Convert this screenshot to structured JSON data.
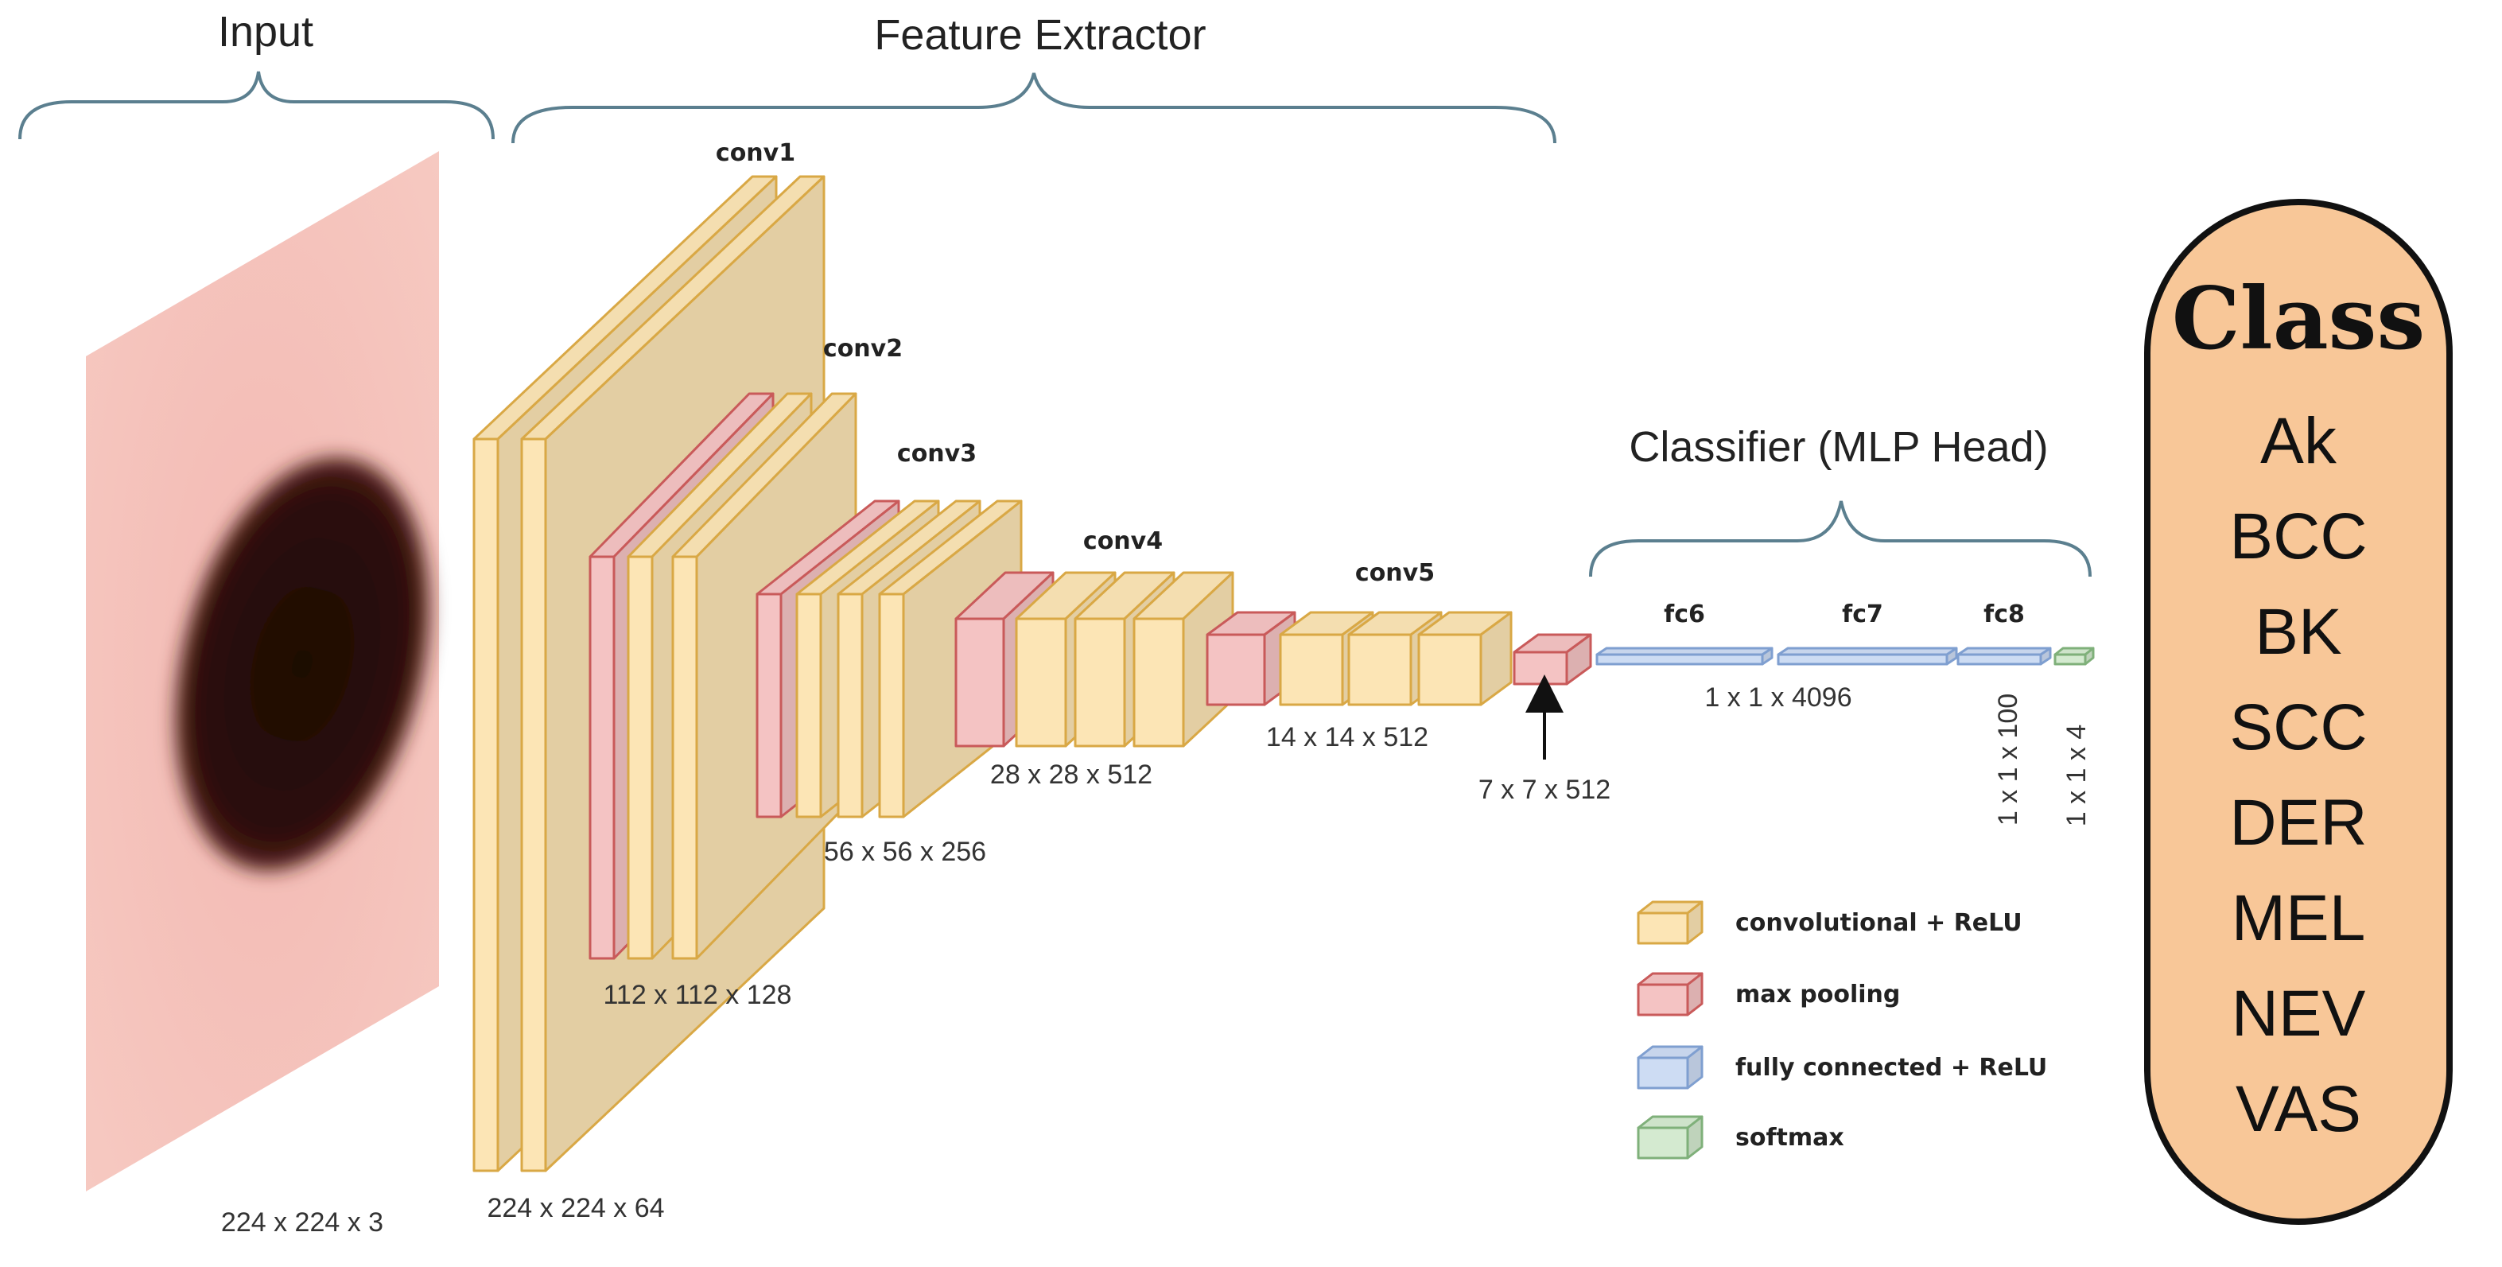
{
  "sections": {
    "input": "Input",
    "feature_extractor": "Feature Extractor",
    "classifier": "Classifier (MLP Head)"
  },
  "blocks": {
    "conv1": "conv1",
    "conv2": "conv2",
    "conv3": "conv3",
    "conv4": "conv4",
    "conv5": "conv5",
    "fc6": "fc6",
    "fc7": "fc7",
    "fc8": "fc8"
  },
  "dims": {
    "input": "224 x 224 x 3",
    "conv1": "224 x 224 x 64",
    "conv2": "112 x 112 x 128",
    "conv3": "56 x 56 x 256",
    "conv4": "28 x 28 x 512",
    "conv5": "14 x 14 x 512",
    "pool5": "7 x 7 x 512",
    "fc67": "1 x 1 x 4096",
    "fc8": "1 x 1 x 100",
    "softmax": "1 x 1 x 4"
  },
  "legend": [
    {
      "label": "convolutional + ReLU",
      "color": "#fce5b5",
      "stroke": "#d9a845"
    },
    {
      "label": "max pooling",
      "color": "#f4c3c3",
      "stroke": "#c95a5a"
    },
    {
      "label": "fully connected + ReLU",
      "color": "#cddcf3",
      "stroke": "#7f9fd0"
    },
    {
      "label": "softmax",
      "color": "#d4ead0",
      "stroke": "#7fb07a"
    }
  ],
  "class_panel": {
    "title": "Class",
    "items": [
      "Ak",
      "BCC",
      "BK",
      "SCC",
      "DER",
      "MEL",
      "NEV",
      "VAS"
    ]
  },
  "colors": {
    "conv": "#fce5b5",
    "conv_stroke": "#d9a845",
    "pool": "#f4c3c3",
    "pool_stroke": "#c95a5a",
    "fc": "#cddcf3",
    "fc_stroke": "#7f9fd0",
    "softmax": "#d4ead0",
    "softmax_stroke": "#7fb07a",
    "brace": "#5b7f8f",
    "class_panel": "#f8c798"
  }
}
